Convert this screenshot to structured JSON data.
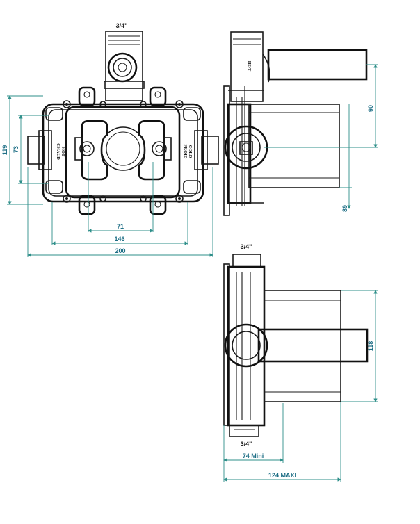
{
  "thread_labels": {
    "top_view_inlet": "3/4\"",
    "side_view_top": "3/4\"",
    "side_view_bottom": "3/4\""
  },
  "body_labels": {
    "hot_left": "HOT",
    "hot_left_alt": "CHAUD",
    "cold_right": "COLD",
    "cold_right_alt": "FROID",
    "hot_pipe": "HOT"
  },
  "dimensions": {
    "top_width": "200",
    "top_inner_width": "146",
    "top_port_spacing": "71",
    "top_height": "119",
    "top_inner_height": "73",
    "side_depth": "90",
    "side_lower": "89",
    "side2_height": "118",
    "min_depth": "74  Mini",
    "max_depth": "124  MAXI"
  },
  "colors": {
    "line": "#1a1a1a",
    "dimension_line": "#2e8f8a",
    "dimension_text": "#1f6f86"
  }
}
